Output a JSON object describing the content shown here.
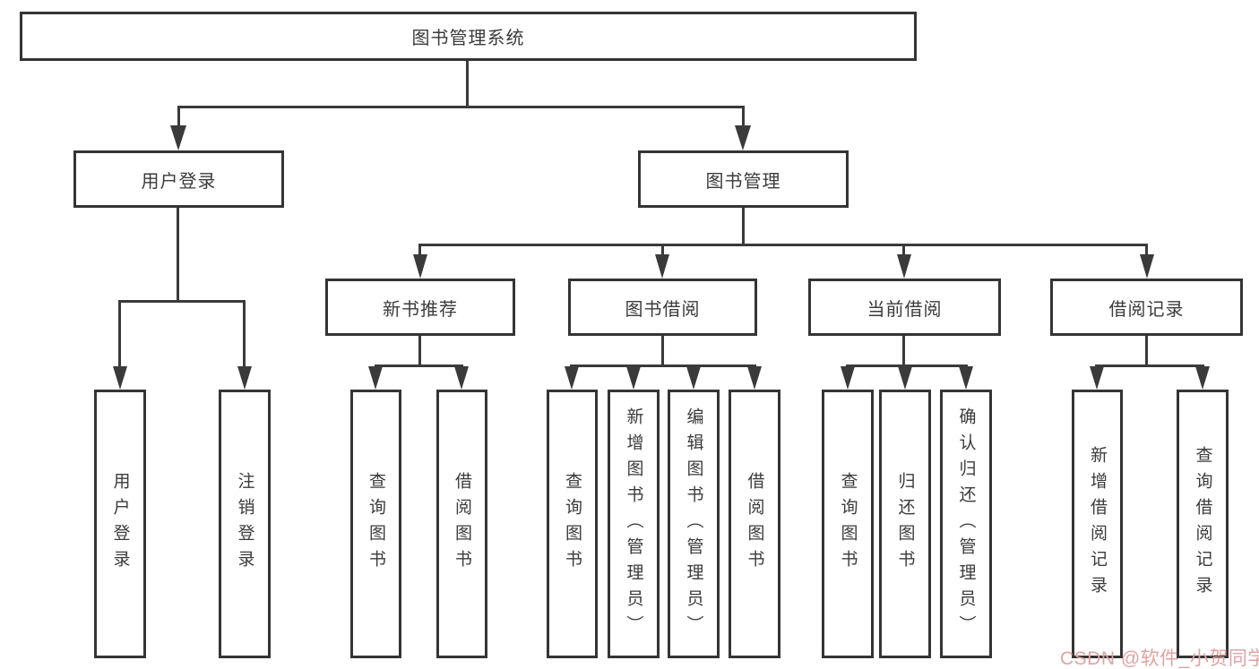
{
  "diagram": {
    "root": {
      "label": "图书管理系统"
    },
    "user_login": {
      "label": "用户登录",
      "children": [
        "用户登录",
        "注销登录"
      ]
    },
    "book_mgmt": {
      "label": "图书管理",
      "children": [
        {
          "label": "新书推荐",
          "children": [
            "查询图书",
            "借阅图书"
          ]
        },
        {
          "label": "图书借阅",
          "children": [
            "查询图书",
            "新增图书（管理员）",
            "编辑图书（管理员）",
            "借阅图书"
          ]
        },
        {
          "label": "当前借阅",
          "children": [
            "查询图书",
            "归还图书",
            "确认归还（管理员）"
          ]
        },
        {
          "label": "借阅记录",
          "children": [
            "新增借阅记录",
            "查询借阅记录"
          ]
        }
      ]
    },
    "watermark": "CSDN @软件_小贺同学",
    "colors": {
      "line": "#3a3a3a",
      "box_border": "#343434",
      "box_bg": "#ffffff",
      "text": "#3b3b3b",
      "watermark": "#e2a2a2"
    }
  }
}
